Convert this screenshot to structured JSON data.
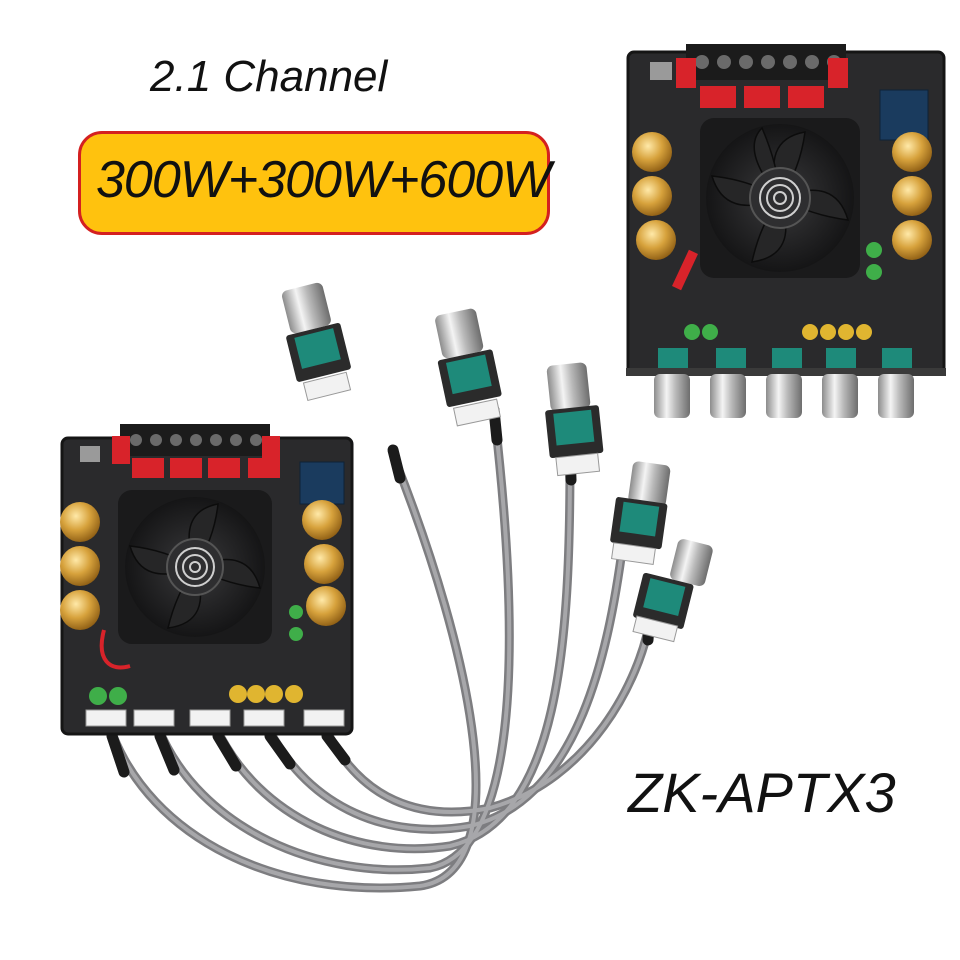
{
  "header": {
    "title": "2.1 Channel",
    "power_badge": "300W+300W+600W"
  },
  "product": {
    "model": "ZK-APTX3"
  },
  "colors": {
    "badge_fill": "#ffc20e",
    "badge_border": "#d42020",
    "pcb": "#2a2a2c",
    "cable": "#8e8e90",
    "capacitor": "#c8902a",
    "terminal_red": "#d8232a"
  },
  "icons": [
    "cooling-fan-icon",
    "swan-logo-icon",
    "rotary-knob-icon"
  ]
}
